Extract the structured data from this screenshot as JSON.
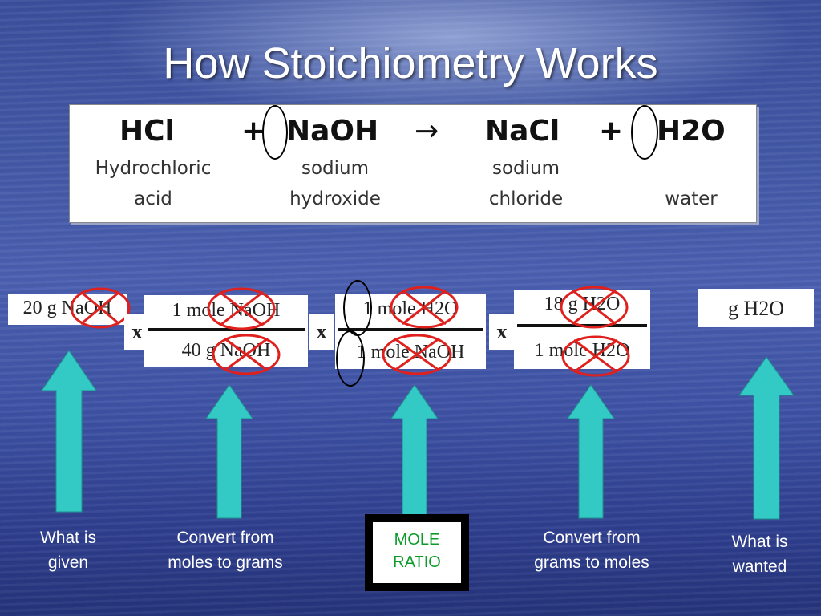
{
  "title": "How Stoichiometry Works",
  "equation": {
    "hcl": "HCl",
    "plus1": "+",
    "naoh": "NaOH",
    "arrow": "→",
    "nacl": "NaCl",
    "plus2": "+",
    "h2o": "H2O",
    "hcl_name_1": "Hydrochloric",
    "hcl_name_2": "acid",
    "naoh_name_1": "sodium",
    "naoh_name_2": "hydroxide",
    "nacl_name_1": "sodium",
    "nacl_name_2": "chloride",
    "h2o_name": "water"
  },
  "calc": {
    "given": "20 g NaOH",
    "times": "x",
    "f1_num": "1 mole NaOH",
    "f1_den": "40 g NaOH",
    "f2_num": "1 mole H2O",
    "f2_den": "1 mole NaOH",
    "f3_num": "18 g H2O",
    "f3_den": "1 mole H2O",
    "result": "g H2O"
  },
  "captions": {
    "given": "What is given",
    "moles_to_grams": "Convert from moles to grams",
    "mole_ratio": "MOLE RATIO",
    "grams_to_moles": "Convert from grams to moles",
    "wanted": "What is wanted"
  },
  "colors": {
    "arrow": "#33c9c5",
    "cross": "#e0201c",
    "mole_ratio_text": "#0b9b2a"
  }
}
